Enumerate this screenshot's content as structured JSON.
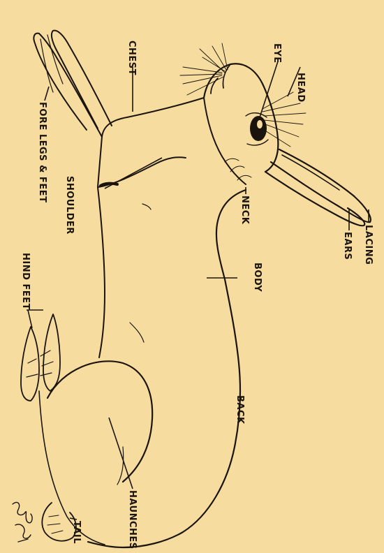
{
  "labels": {
    "head": "HEAD",
    "eye": "EYE",
    "lacing": "LACING",
    "ears": "EARS",
    "neck": "NECK",
    "body": "BODY",
    "back": "BACK",
    "haunches": "HAUNCHES",
    "tail": "TAIL",
    "hind_feet": "HIND FEET",
    "shoulder": "SHOULDER",
    "fore_legs_feet": "FORE LEGS & FEET",
    "chest": "CHEST"
  },
  "colors": {
    "paper": "#f6dc9f",
    "ink": "#1b140c"
  }
}
